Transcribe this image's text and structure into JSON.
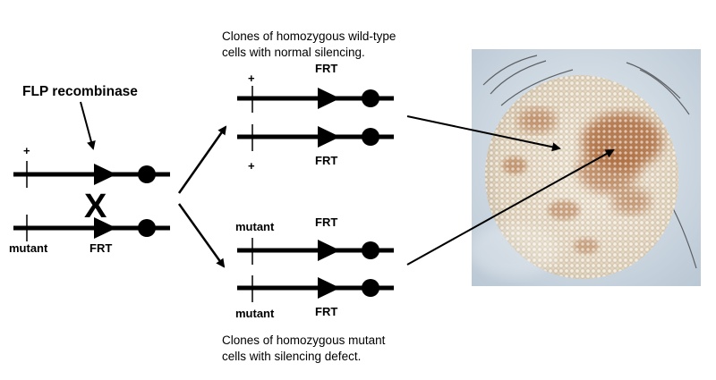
{
  "labels": {
    "flp": "FLP recombinase",
    "cross": "X",
    "plus": "+",
    "mutant": "mutant",
    "frt": "FRT"
  },
  "captions": {
    "top_line1": "Clones of homozygous wild-type",
    "top_line2": "cells with normal silencing.",
    "bottom_line1": "Clones of homozygous mutant",
    "bottom_line2": "cells with silencing defect."
  },
  "photo": {
    "subject": "fly compound eye with mosaic pigment patches"
  },
  "colors": {
    "ink": "#000000",
    "pigment": "#b06a3a",
    "eye_base": "#e9ddc9",
    "photo_bg": "#cfdbe6"
  }
}
